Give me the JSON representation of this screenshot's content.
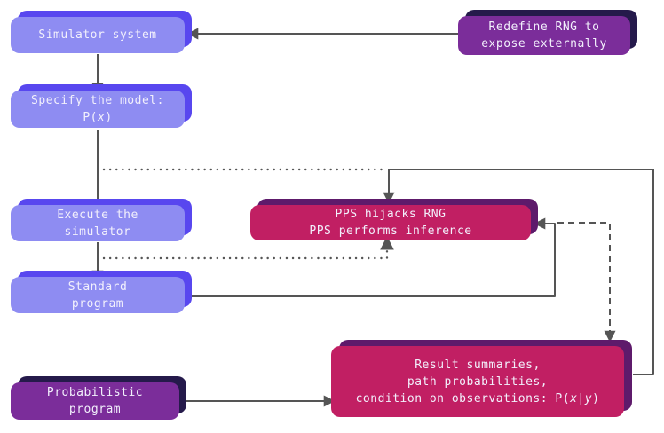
{
  "diagram": {
    "nodes": {
      "simulator_system": {
        "line1": "Simulator system"
      },
      "specify_model": {
        "line1": "Specify the model:",
        "line2_parts": [
          "P(",
          "x",
          ")"
        ]
      },
      "execute_simulator": {
        "line1": "Execute the",
        "line2": "simulator"
      },
      "standard_program": {
        "line1": "Standard",
        "line2": "program"
      },
      "probabilistic_program": {
        "line1": "Probabilistic",
        "line2": "program"
      },
      "redefine_rng": {
        "line1": "Redefine RNG to",
        "line2": "expose externally"
      },
      "pps": {
        "line1": "PPS hijacks RNG",
        "line2": "PPS performs inference"
      },
      "result": {
        "line1": "Result summaries,",
        "line2": "path probabilities,",
        "line3_parts": [
          "condition on observations: P(",
          "x",
          "|",
          "y",
          ")"
        ]
      }
    },
    "edges": [
      {
        "from": "Redefine RNG to expose externally",
        "to": "Simulator system",
        "style": "solid"
      },
      {
        "from": "Simulator system",
        "to": "Specify the model: P(x)",
        "style": "solid"
      },
      {
        "from": "Specify the model: P(x)",
        "to": "Execute the simulator",
        "style": "solid"
      },
      {
        "from": "Execute the simulator",
        "to": "Standard program",
        "style": "solid"
      },
      {
        "from": "Specify the model: P(x)",
        "to": "PPS hijacks RNG",
        "style": "dotted"
      },
      {
        "from": "Execute the simulator",
        "to": "PPS hijacks RNG",
        "style": "dotted"
      },
      {
        "from": "Standard program",
        "to": "PPS hijacks RNG",
        "style": "solid"
      },
      {
        "from": "Result summaries",
        "to": "PPS hijacks RNG",
        "style": "solid"
      },
      {
        "from": "PPS hijacks RNG",
        "to": "Result summaries",
        "style": "dashed"
      },
      {
        "from": "Probabilistic program",
        "to": "Result summaries",
        "style": "solid"
      }
    ],
    "colors": {
      "light_node_fill": "#8E8CF2",
      "light_node_shadow": "#5847EF",
      "purple_node_fill": "#7B2D9A",
      "purple_node_shadow": "#251A4B",
      "magenta_node_fill": "#C11F63",
      "magenta_node_shadow": "#5E1A6B",
      "connector": "#555555",
      "text": "#F2F0FC",
      "background": "#FFFFFF"
    }
  }
}
